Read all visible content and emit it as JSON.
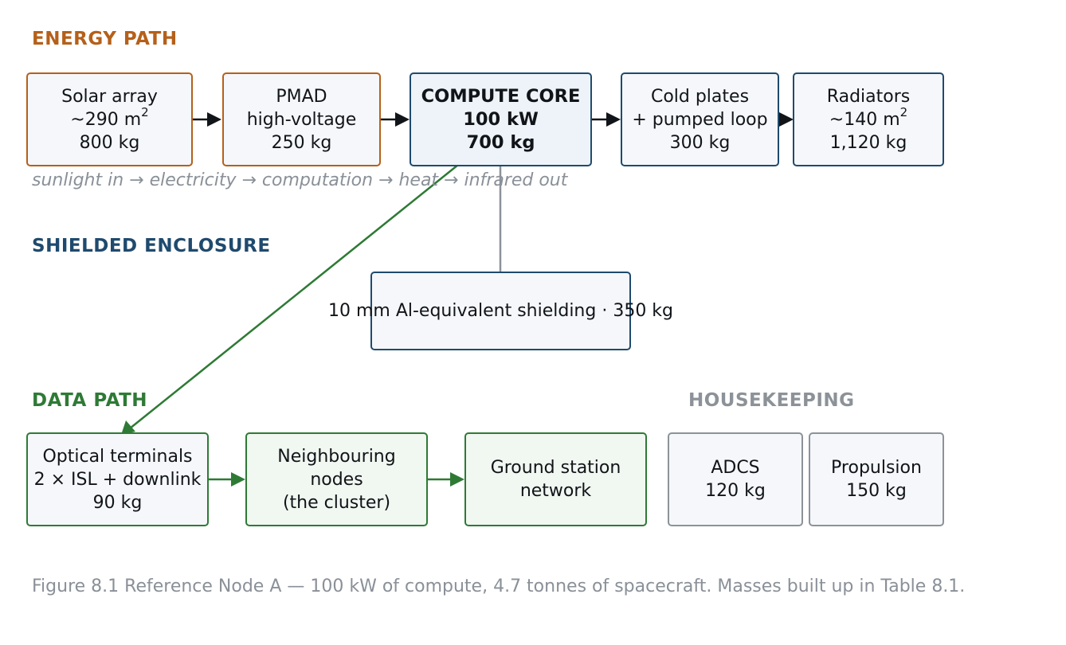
{
  "sections": {
    "energy": "ENERGY PATH",
    "shielded": "SHIELDED ENCLOSURE",
    "data": "DATA PATH",
    "housekeeping": "HOUSEKEEPING"
  },
  "colors": {
    "energy": "#b5601a",
    "shielded": "#1f4a6e",
    "data": "#2e7a35",
    "housekeeping": "#8c9298",
    "arrow": "#111418",
    "caption": "#8a9098"
  },
  "energy_path": {
    "solar": {
      "line1": "Solar array",
      "line2_prefix": "~290 m",
      "line2_sup": "2",
      "line3": "800 kg"
    },
    "pmad": {
      "line1": "PMAD",
      "line2": "high-voltage",
      "line3": "250 kg"
    },
    "core": {
      "line1": "COMPUTE CORE",
      "line2": "100 kW",
      "line3": "700 kg"
    },
    "cold": {
      "line1": "Cold plates",
      "line2": "+ pumped loop",
      "line3": "300 kg"
    },
    "radiators": {
      "line1": "Radiators",
      "line2_prefix": "~140 m",
      "line2_sup": "2",
      "line3": "1,120 kg"
    }
  },
  "flow_caption": "sunlight in  →  electricity  →  computation  →  heat  →  infrared out",
  "shielding": {
    "label": "10 mm Al-equivalent shielding · 350 kg"
  },
  "data_path": {
    "optical": {
      "line1": "Optical terminals",
      "line2": "2 × ISL + downlink",
      "line3": "90 kg"
    },
    "neighbour": {
      "line1": "Neighbouring",
      "line2": "nodes",
      "line3": "(the cluster)"
    },
    "ground": {
      "line1": "Ground station",
      "line2": "network"
    }
  },
  "housekeeping": {
    "adcs": {
      "line1": "ADCS",
      "line2": "120 kg"
    },
    "propulsion": {
      "line1": "Propulsion",
      "line2": "150 kg"
    }
  },
  "caption": "Figure 8.1  Reference Node A — 100 kW of compute, 4.7 tonnes of spacecraft. Masses built up in Table 8.1."
}
